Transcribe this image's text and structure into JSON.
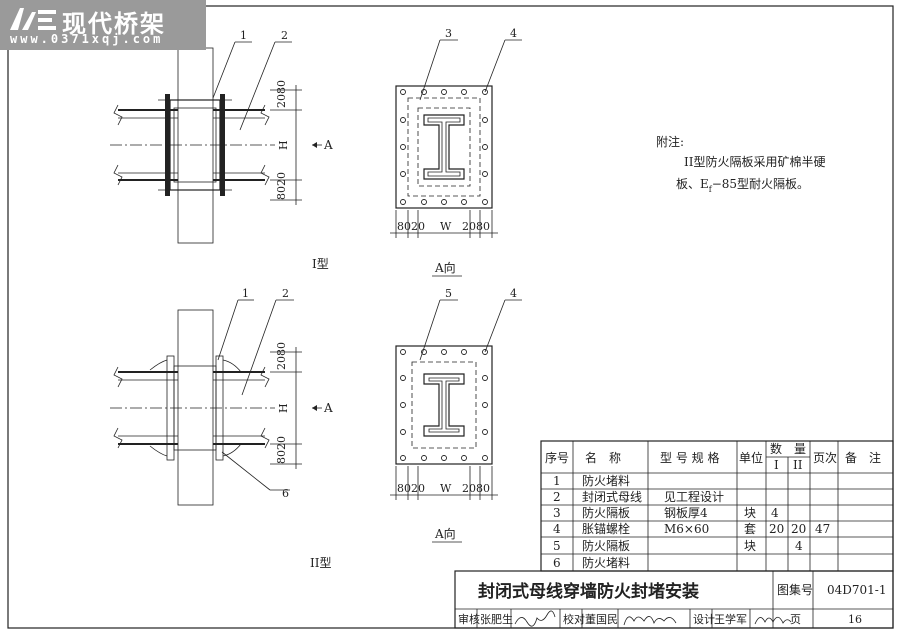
{
  "logo": {
    "title": "现代桥架",
    "url": "www.0371xqj.com"
  },
  "type1": {
    "label": "I型",
    "view_label": "A向",
    "callouts": [
      "1",
      "2",
      "3",
      "4"
    ],
    "dims": {
      "top": "2080",
      "h": "H",
      "bottom": "8020",
      "w": "W",
      "left": "8020",
      "right": "2080"
    },
    "section_mark": "A"
  },
  "type2": {
    "label": "II型",
    "view_label": "A向",
    "callouts": [
      "1",
      "2",
      "5",
      "4",
      "6"
    ],
    "dims": {
      "top": "2080",
      "h": "H",
      "bottom": "8020",
      "w": "W",
      "left": "8020",
      "right": "2080"
    },
    "section_mark": "A"
  },
  "note": {
    "title": "附注:",
    "line1": "II型防火隔板采用矿棉半硬",
    "line2_pre": "板、E",
    "line2_sub": "f",
    "line2_post": "−85型耐火隔板。"
  },
  "table": {
    "headers": {
      "no": "序号",
      "name": "名　称",
      "spec": "型 号 规 格",
      "unit": "单位",
      "qty": "数　量",
      "qty1": "I",
      "qty2": "II",
      "page": "页次",
      "remark": "备　注"
    },
    "rows": [
      {
        "no": "1",
        "name": "防火堵料",
        "spec": "",
        "unit": "",
        "q1": "",
        "q2": "",
        "page": "",
        "remark": ""
      },
      {
        "no": "2",
        "name": "封闭式母线",
        "spec": "见工程设计",
        "unit": "",
        "q1": "",
        "q2": "",
        "page": "",
        "remark": ""
      },
      {
        "no": "3",
        "name": "防火隔板",
        "spec": "钢板厚4",
        "unit": "块",
        "q1": "4",
        "q2": "",
        "page": "",
        "remark": ""
      },
      {
        "no": "4",
        "name": "胀锚螺栓",
        "spec": "M6×60",
        "unit": "套",
        "q1": "20",
        "q2": "20",
        "page": "47",
        "remark": ""
      },
      {
        "no": "5",
        "name": "防火隔板",
        "spec": "",
        "unit": "块",
        "q1": "",
        "q2": "4",
        "page": "",
        "remark": ""
      },
      {
        "no": "6",
        "name": "防火堵料",
        "spec": "",
        "unit": "",
        "q1": "",
        "q2": "",
        "page": "",
        "remark": ""
      }
    ]
  },
  "titleblock": {
    "title": "封闭式母线穿墙防火封堵安装",
    "atlas_label": "图集号",
    "atlas_no": "04D701-1",
    "review_label": "审核",
    "review_name": "张肥生",
    "check_label": "校对",
    "check_name": "董国民",
    "design_label": "设计",
    "design_name": "王学军",
    "page_label": "页",
    "page_no": "16"
  }
}
